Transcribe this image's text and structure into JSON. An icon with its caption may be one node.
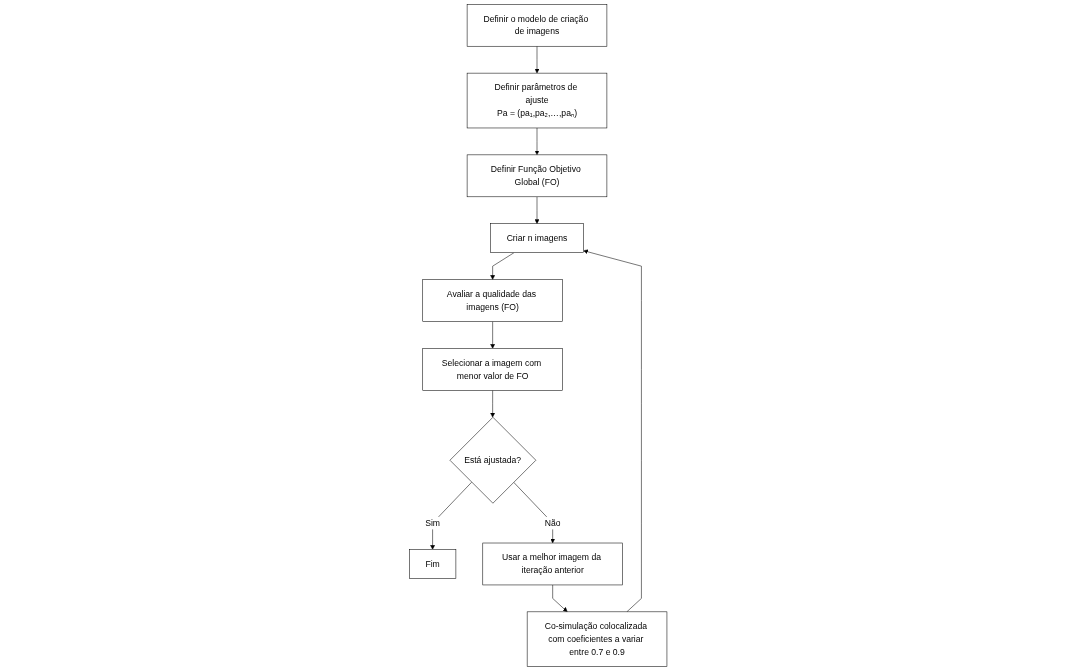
{
  "diagram": {
    "nodes": [
      {
        "text": [
          "Definir o modelo de criação de imagens"
        ]
      },
      {
        "text": [
          "Definir parâmetros de ajuste",
          "Pa = (pa₁,pa₂,…,paₙ)"
        ]
      },
      {
        "text": [
          "Definir Função Objetivo Global (FO)"
        ]
      },
      {
        "text": [
          "Criar n imagens"
        ]
      },
      {
        "text": [
          "Avaliar a qualidade das imagens (FO)"
        ]
      },
      {
        "text": [
          "Selecionar a imagem com menor valor de FO"
        ]
      },
      {
        "text": [
          "Está ajustada?"
        ]
      },
      {
        "text": [
          "Fim"
        ]
      },
      {
        "text": [
          "Usar a melhor imagem da iteração anterior"
        ]
      },
      {
        "text": [
          "Co-simulação colocalizada com coeficientes a variar entre 0.7 e 0.9"
        ]
      }
    ],
    "edges": [
      {
        "from": 0,
        "to": 1,
        "arrow": "to"
      },
      {
        "from": 1,
        "to": 2,
        "arrow": "to"
      },
      {
        "from": 2,
        "to": 3,
        "arrow": "to"
      },
      {
        "from": 3,
        "to": 4,
        "arrow": "to"
      },
      {
        "from": 4,
        "to": 5,
        "arrow": "to"
      },
      {
        "from": 5,
        "to": 6,
        "arrow": "to"
      },
      {
        "from": 6,
        "to": 7,
        "label": "Sim",
        "arrow": "to"
      },
      {
        "from": 6,
        "to": 8,
        "label": "Não",
        "arrow": "to"
      },
      {
        "from": 8,
        "to": 9,
        "arrow": "to"
      },
      {
        "from": 9,
        "to": 3,
        "arrow": "to"
      }
    ]
  }
}
